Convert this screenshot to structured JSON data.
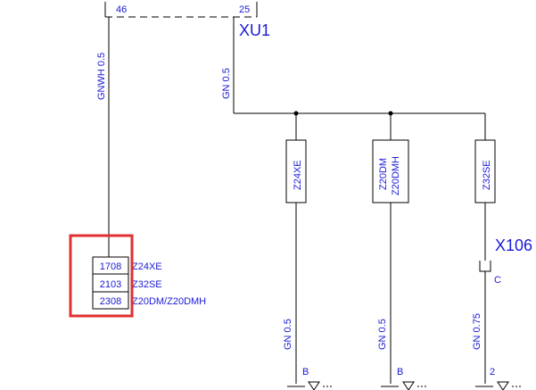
{
  "colors": {
    "wire": "#000000",
    "text": "#1a1ad6",
    "highlight": "#e03030"
  },
  "connectors": {
    "xu1": {
      "label": "XU1",
      "pin_left": "46",
      "pin_right": "25"
    },
    "x106": {
      "label": "X106",
      "pin": "C"
    }
  },
  "wires": {
    "left_wire_label": "GNWH 0.5",
    "right_wire_label": "GN 0.5"
  },
  "splices": [
    {
      "label": "Z24XE",
      "wire_label": "GN  0.5",
      "pin": "B"
    },
    {
      "label": "Z20DM\nZ20DMH",
      "label_line1": "Z20DM",
      "label_line2": "Z20DMH",
      "wire_label": "GN  0.5",
      "pin": "B"
    },
    {
      "label": "Z32SE",
      "wire_label": "GN  0.75",
      "pin": "2"
    }
  ],
  "code_table": {
    "rows": [
      {
        "code": "1708",
        "variant": "Z24XE"
      },
      {
        "code": "2103",
        "variant": "Z32SE"
      },
      {
        "code": "2308",
        "variant": "Z20DM/Z20DMH"
      }
    ]
  }
}
